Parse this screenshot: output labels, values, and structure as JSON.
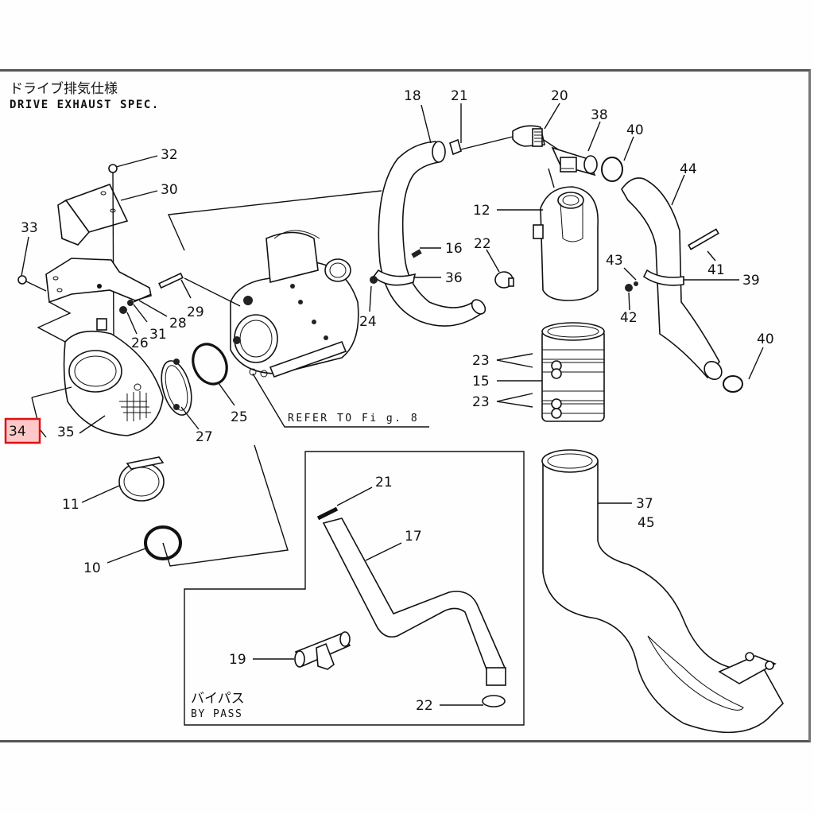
{
  "title": {
    "jp": "ドライブ排気仕様",
    "en": "DRIVE EXHAUST SPEC."
  },
  "bypass": {
    "jp": "バイパス",
    "en": "BY PASS"
  },
  "refer_note": "REFER TO Fi g. 8",
  "highlighted_callout": "34",
  "highlight_color": "#e01010",
  "callouts": {
    "c10": "10",
    "c11": "11",
    "c12": "12",
    "c15": "15",
    "c16": "16",
    "c17": "17",
    "c18": "18",
    "c19": "19",
    "c20": "20",
    "c21a": "21",
    "c21b": "21",
    "c22a": "22",
    "c22b": "22",
    "c23a": "23",
    "c23b": "23",
    "c24": "24",
    "c25": "25",
    "c26": "26",
    "c27": "27",
    "c28": "28",
    "c29": "29",
    "c30": "30",
    "c31": "31",
    "c32": "32",
    "c33": "33",
    "c34": "34",
    "c35": "35",
    "c36": "36",
    "c37": "37",
    "c38": "38",
    "c39": "39",
    "c40a": "40",
    "c40b": "40",
    "c41": "41",
    "c42": "42",
    "c43": "43",
    "c44": "44",
    "c45": "45"
  }
}
